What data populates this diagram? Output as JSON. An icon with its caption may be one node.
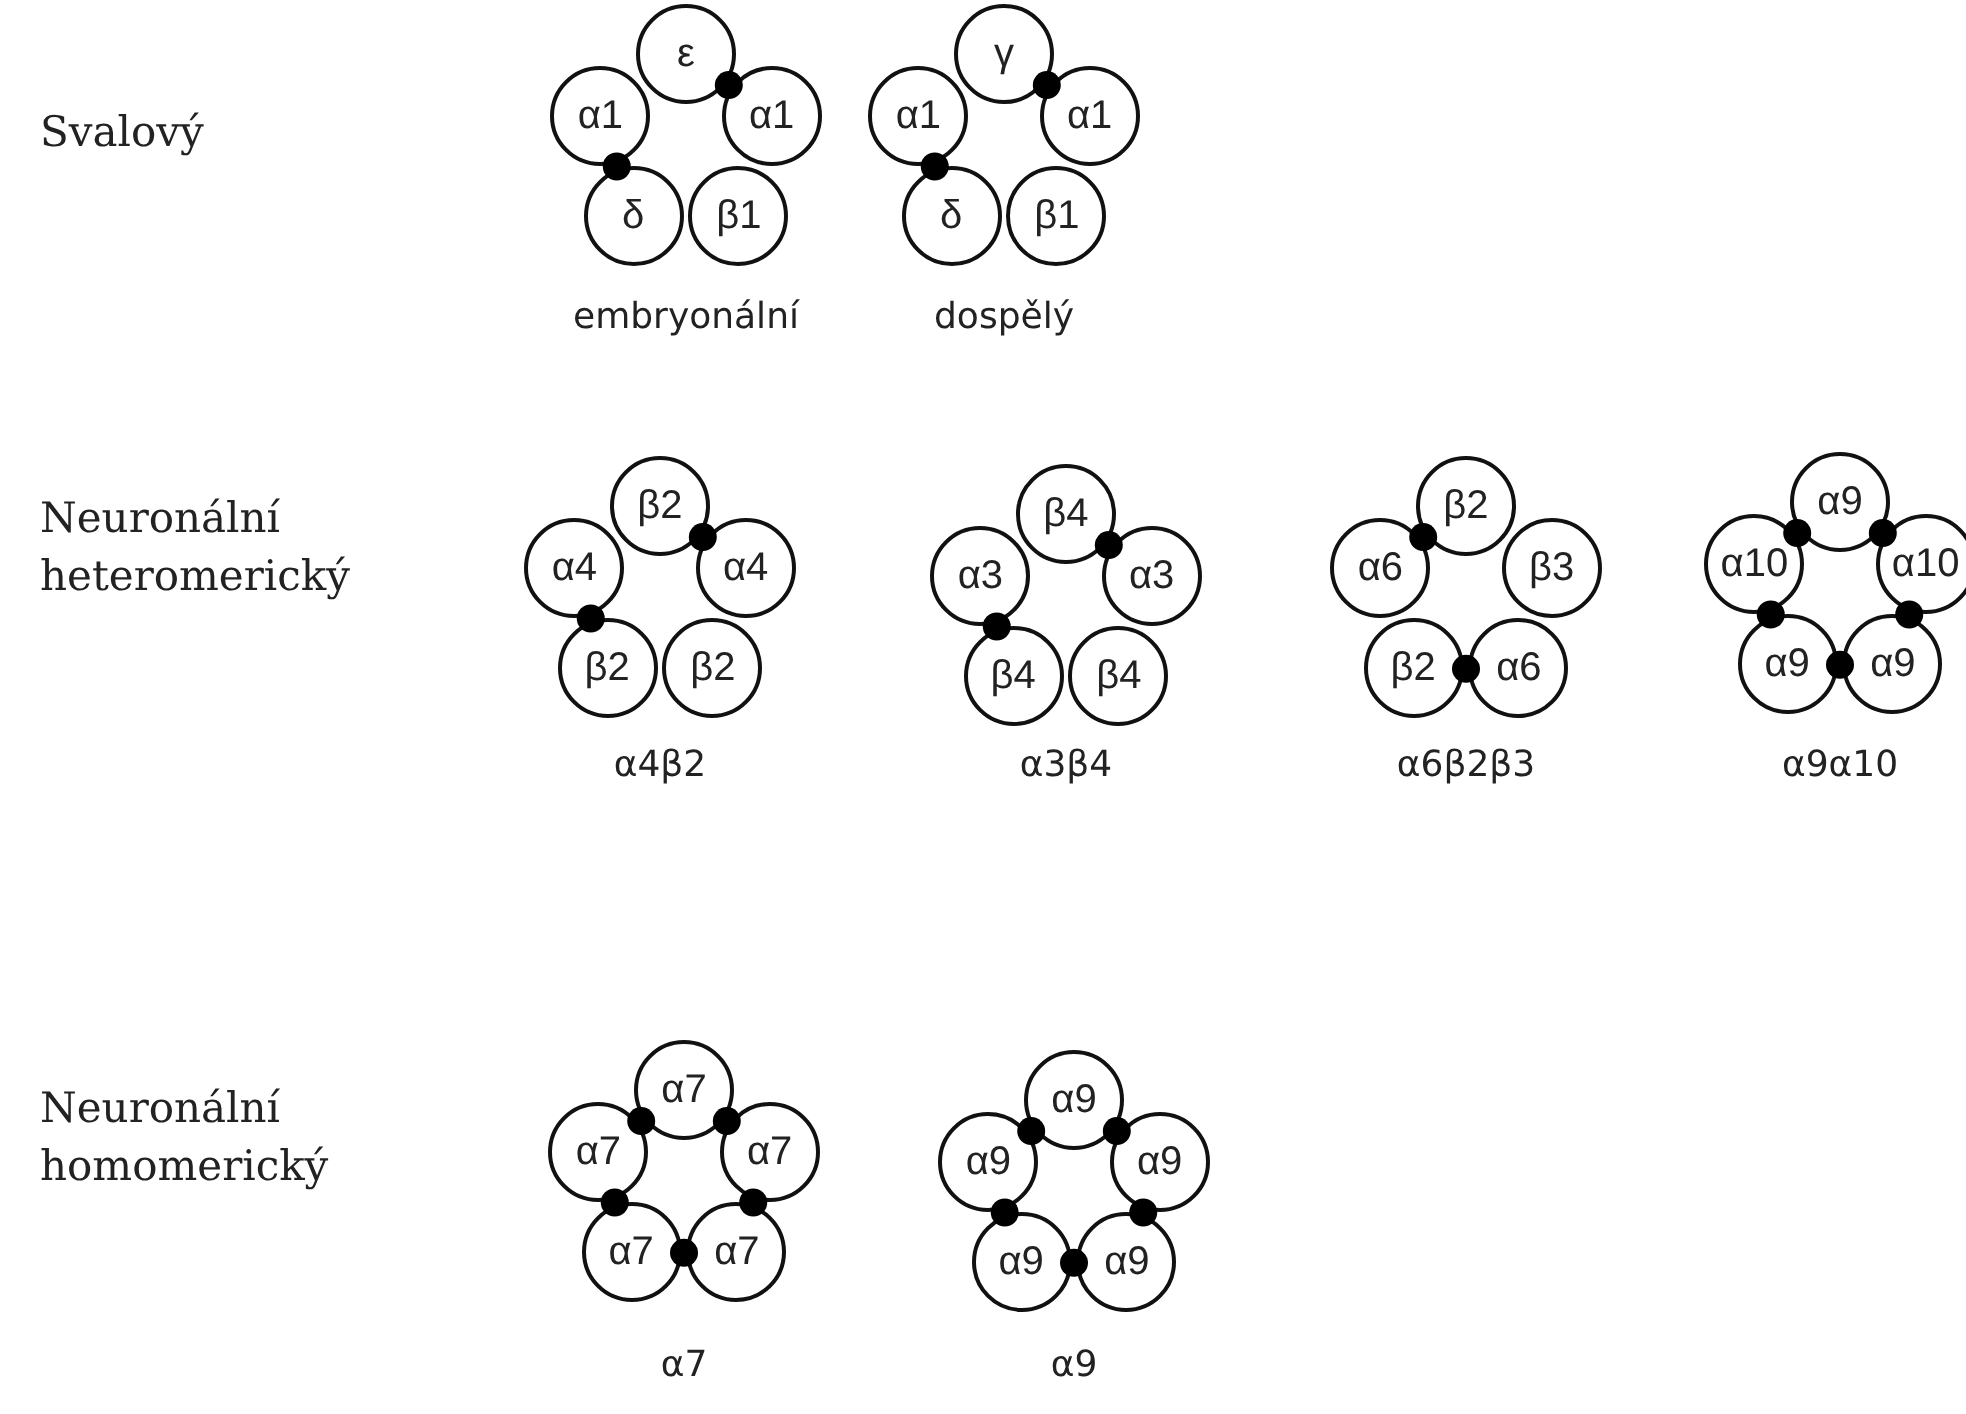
{
  "diagram": {
    "nodes": [
      {
        "text": [
          "ε"
        ]
      },
      {
        "text": [
          "α1"
        ]
      },
      {
        "text": [
          "α1"
        ]
      },
      {
        "text": [
          "δ"
        ]
      },
      {
        "text": [
          "β1"
        ]
      },
      {
        "text": [
          "γ"
        ]
      },
      {
        "text": [
          "α1"
        ]
      },
      {
        "text": [
          "α1"
        ]
      },
      {
        "text": [
          "δ"
        ]
      },
      {
        "text": [
          "β1"
        ]
      },
      {
        "text": [
          "β2"
        ]
      },
      {
        "text": [
          "α4"
        ]
      },
      {
        "text": [
          "α4"
        ]
      },
      {
        "text": [
          "β2"
        ]
      },
      {
        "text": [
          "β2"
        ]
      },
      {
        "text": [
          "β4"
        ]
      },
      {
        "text": [
          "α3"
        ]
      },
      {
        "text": [
          "α3"
        ]
      },
      {
        "text": [
          "β4"
        ]
      },
      {
        "text": [
          "β4"
        ]
      },
      {
        "text": [
          "β2"
        ]
      },
      {
        "text": [
          "α6"
        ]
      },
      {
        "text": [
          "β3"
        ]
      },
      {
        "text": [
          "β2"
        ]
      },
      {
        "text": [
          "α6"
        ]
      },
      {
        "text": [
          "α9"
        ]
      },
      {
        "text": [
          "α10"
        ]
      },
      {
        "text": [
          "α10"
        ]
      },
      {
        "text": [
          "α9"
        ]
      },
      {
        "text": [
          "α9"
        ]
      },
      {
        "text": [
          "α7"
        ]
      },
      {
        "text": [
          "α7"
        ]
      },
      {
        "text": [
          "α7"
        ]
      },
      {
        "text": [
          "α7"
        ]
      },
      {
        "text": [
          "α7"
        ]
      },
      {
        "text": [
          "α9"
        ]
      },
      {
        "text": [
          "α9"
        ]
      },
      {
        "text": [
          "α9"
        ]
      },
      {
        "text": [
          "α9"
        ]
      },
      {
        "text": [
          "α9"
        ]
      }
    ],
    "labels": [
      "Svalový",
      "embryonální",
      "dospělý",
      "Neuronální heteromerický",
      "α4β2",
      "α3β4",
      "α6β2β3",
      "α9α10",
      "Neuronální homomerický",
      "α7",
      "α9"
    ]
  }
}
